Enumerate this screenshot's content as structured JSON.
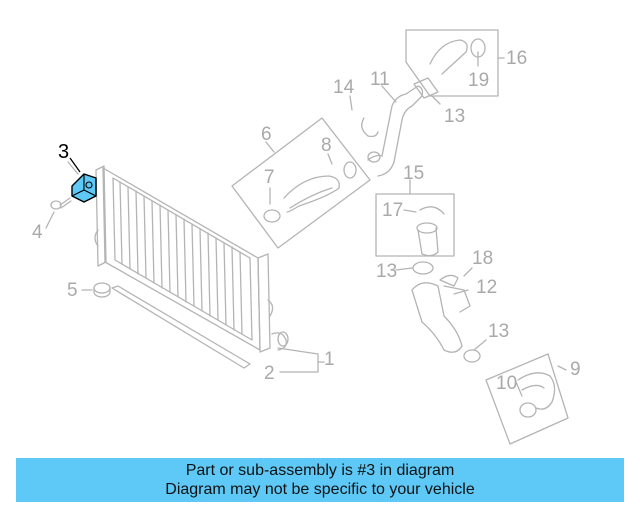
{
  "diagram": {
    "callouts": [
      "1",
      "2",
      "3",
      "4",
      "5",
      "6",
      "7",
      "8",
      "9",
      "10",
      "11",
      "12",
      "13",
      "13",
      "13",
      "14",
      "15",
      "16",
      "17",
      "18",
      "19"
    ],
    "highlighted_callout": "3",
    "highlight_color": "#5ec8f6",
    "line_color": "#b4b4b4"
  },
  "footer": {
    "line1": "Part or sub-assembly is #3 in diagram",
    "line2": "Diagram may not be specific to your vehicle",
    "background": "#5ec8f6"
  }
}
